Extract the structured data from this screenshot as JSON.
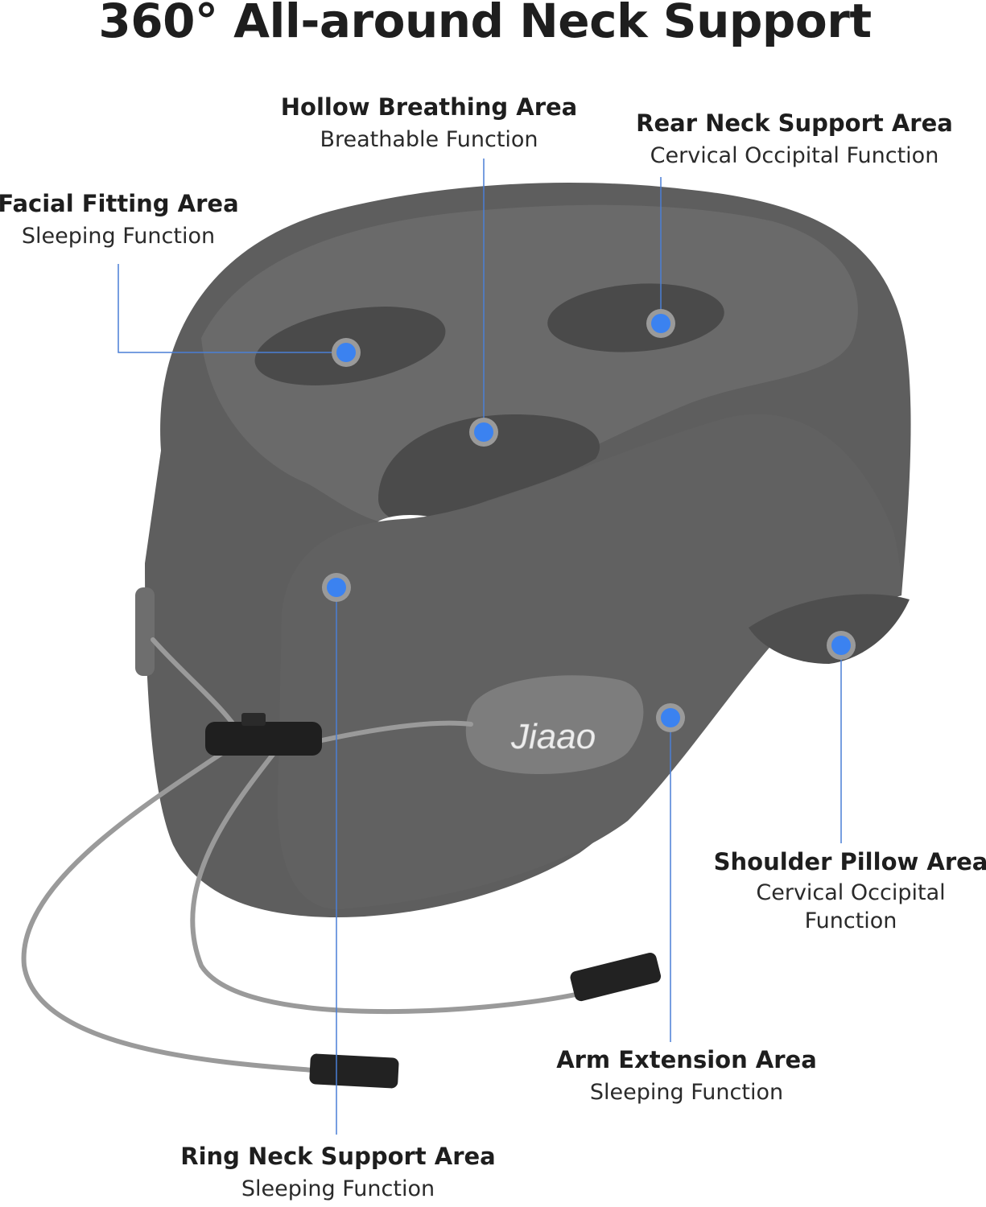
{
  "title": "360° All-around Neck Support",
  "brand_logo": "Jiaao",
  "accent_color": "#3b82f0",
  "callouts": [
    {
      "heading": "Hollow Breathing Area",
      "sub": "Breathable Function"
    },
    {
      "heading": "Rear Neck Support Area",
      "sub": "Cervical Occipital Function"
    },
    {
      "heading": "Facial Fitting Area",
      "sub": "Sleeping Function"
    },
    {
      "heading": "Shoulder Pillow Area",
      "sub": "Cervical Occipital",
      "sub2": "Function"
    },
    {
      "heading": "Arm Extension Area",
      "sub": "Sleeping Function"
    },
    {
      "heading": "Ring Neck Support Area",
      "sub": "Sleeping Function"
    }
  ]
}
